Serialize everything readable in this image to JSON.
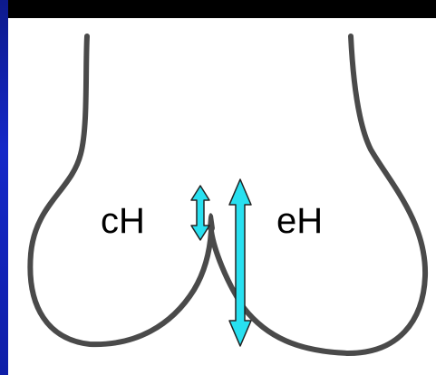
{
  "labels": {
    "left": "cH",
    "right": "eH"
  },
  "colors": {
    "background_slide": "#1428c8",
    "outline": "#4a4a4a",
    "arrow_fill": "#28e0f0",
    "arrow_stroke": "#222222"
  },
  "icons": {
    "left_arrow": "double-headed-vertical-arrow",
    "right_arrow": "double-headed-vertical-arrow"
  }
}
